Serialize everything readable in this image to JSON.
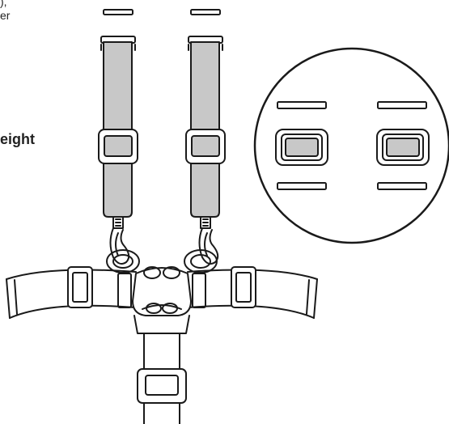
{
  "text_fragments": [
    {
      "id": "top-fragment-1",
      "text": "),"
    },
    {
      "id": "top-fragment-2",
      "text": "er"
    },
    {
      "id": "weight-heading-fragment",
      "text": "eight"
    }
  ],
  "colors": {
    "strap_fill": "#c8c8c8",
    "line": "#1a1a1a",
    "background": "#ffffff"
  },
  "icons": {
    "buckle": "buckle-icon",
    "hook": "hook-icon",
    "slide": "slide-adjuster-icon",
    "slot": "slot-icon"
  }
}
